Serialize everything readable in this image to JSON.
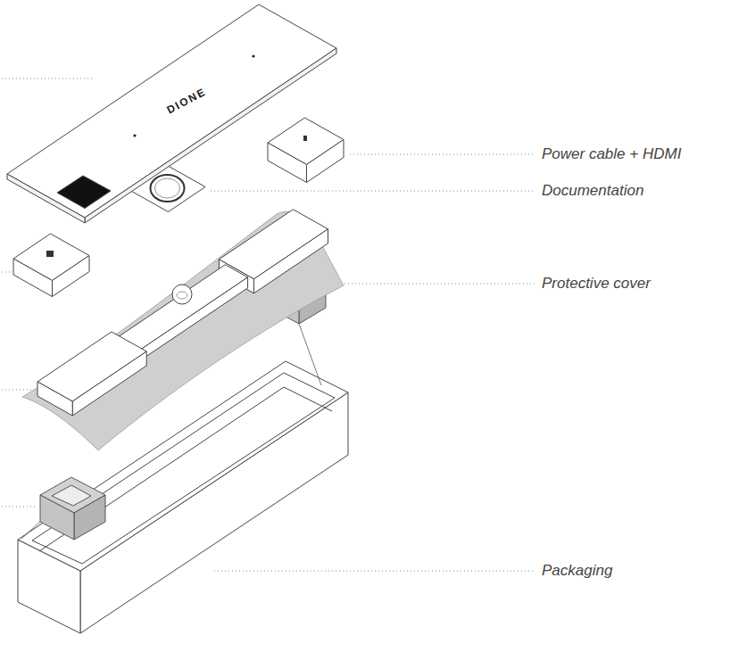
{
  "diagram": {
    "labels": [
      "Power cable + HDMI",
      "Documentation",
      "Protective cover",
      "Packaging",
      "DIONE"
    ]
  }
}
